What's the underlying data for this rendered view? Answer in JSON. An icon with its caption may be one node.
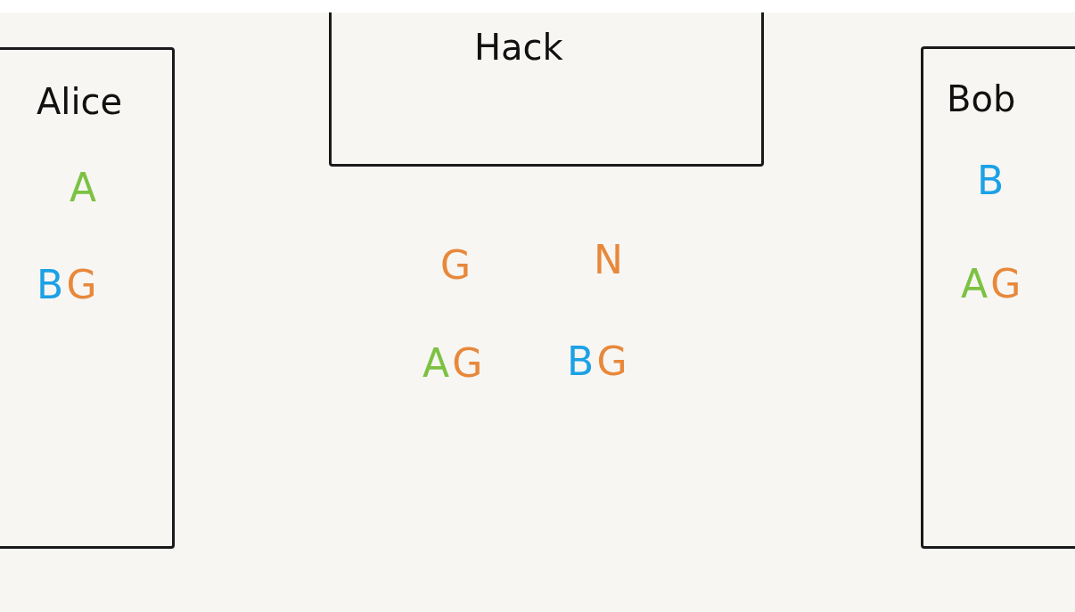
{
  "diagram": {
    "nodes": [
      {
        "text": [
          "Alice",
          "A",
          "BG"
        ]
      },
      {
        "text": [
          "Hack"
        ]
      },
      {
        "text": [
          "Bob",
          "B",
          "AG"
        ]
      }
    ],
    "labels": [
      "G",
      "N",
      "AG",
      "BG"
    ]
  }
}
